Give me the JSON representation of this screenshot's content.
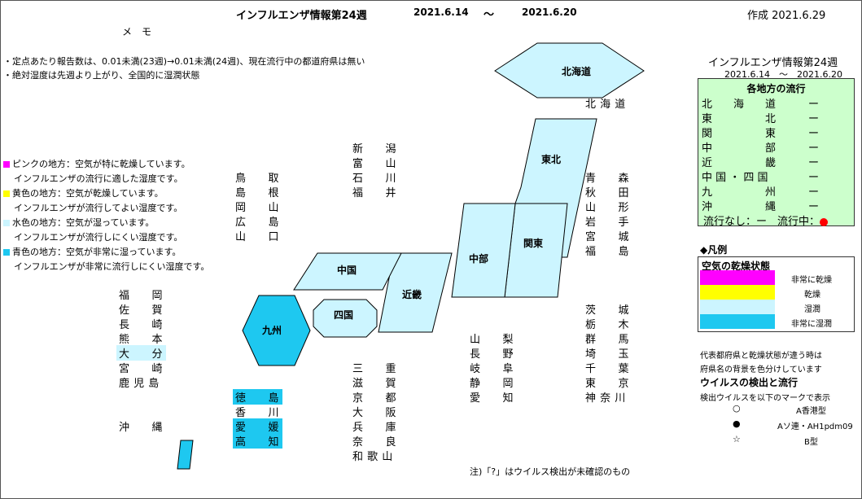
{
  "header": {
    "title": "インフルエンザ情報第24週",
    "date_from": "2021.6.14",
    "tilde": "～",
    "date_to": "2021.6.20",
    "created": "作成 2021.6.29"
  },
  "memo": {
    "label": "メ　モ",
    "line1": "・定点あたり報告数は、0.01未満(23週)→0.01未満(24週)、現在流行中の都道府県は無い",
    "line2": "・絶対湿度は先週より上がり、全国的に湿潤状態"
  },
  "humidity_legend": {
    "pink_title": "ピンクの地方：空気が特に乾燥しています。",
    "pink_desc": "インフルエンザの流行に適した湿度です。",
    "yellow_title": "黄色の地方：空気が乾燥しています。",
    "yellow_desc": "インフルエンザが流行してよい湿度です。",
    "water_title": "水色の地方：空気が湿っています。",
    "water_desc": "インフルエンザが流行しにくい湿度です。",
    "blue_title": "青色の地方：空気が非常に湿っています。",
    "blue_desc": "インフルエンザが非常に流行しにくい湿度です。"
  },
  "regions": {
    "hokkaido": "北海道",
    "tohoku": "東北",
    "kanto": "関東",
    "chubu": "中部",
    "kinki": "近畿",
    "chugoku": "中国",
    "shikoku": "四国",
    "kyushu": "九州"
  },
  "prefectures": {
    "hokkaido": [
      "北 海 道"
    ],
    "tohoku": [
      "青　　森",
      "秋　　田",
      "山　　形",
      "岩　　手",
      "宮　　城",
      "福　　島"
    ],
    "kanto": [
      "茨　　城",
      "栃　　木",
      "群　　馬",
      "埼　　玉",
      "千　　葉",
      "東　　京",
      "神 奈 川"
    ],
    "chubu_a": [
      "新　　潟",
      "富　　山",
      "石　　川",
      "福　　井"
    ],
    "chubu_b": [
      "山　　梨",
      "長　　野",
      "岐　　阜",
      "静　　岡",
      "愛　　知"
    ],
    "kinki": [
      "三　　重",
      "滋　　賀",
      "京　　都",
      "大　　阪",
      "兵　　庫",
      "奈　　良",
      "和 歌 山"
    ],
    "chugoku": [
      "鳥　　取",
      "島　　根",
      "岡　　山",
      "広　　島",
      "山　　口"
    ],
    "shikoku": [
      "徳　　島",
      "香　　川",
      "愛　　媛",
      "高　　知"
    ],
    "kyushu": [
      "福　　岡",
      "佐　　賀",
      "長　　崎",
      "熊　　本",
      "大　　分",
      "宮　　崎",
      "鹿 児 島"
    ],
    "okinawa": [
      "沖　　縄"
    ]
  },
  "status": {
    "panel_title": "インフルエンザ情報第24週",
    "panel_dates": "2021.6.14　～　2021.6.20",
    "header": "各地方の流行",
    "rows": [
      {
        "region": "北　　海　　道",
        "value": "ー"
      },
      {
        "region": "東　　　　　北",
        "value": "ー"
      },
      {
        "region": "関　　　　　東",
        "value": "ー"
      },
      {
        "region": "中　　　　　部",
        "value": "ー"
      },
      {
        "region": "近　　　　　畿",
        "value": "ー"
      },
      {
        "region": "中 国 ・ 四 国",
        "value": "ー"
      },
      {
        "region": "九　　　　　州",
        "value": "ー"
      },
      {
        "region": "沖　　　　　縄",
        "value": "ー"
      }
    ],
    "footer": "流行なし：ー　流行中："
  },
  "key": {
    "title": "◆凡例",
    "humidity_header": "空気の乾燥状態",
    "levels": [
      "非常に乾燥",
      "乾燥",
      "湿潤",
      "非常に湿潤"
    ],
    "note1": "代表都府県と乾燥状態が違う時は",
    "note2": "府県名の背景を色分けしています",
    "virus_header": "ウイルスの検出と流行",
    "virus_desc": "検出ウイルスを以下のマークで表示",
    "virus": [
      {
        "symbol": "○",
        "label": "A香港型"
      },
      {
        "symbol": "●",
        "label": "Aソ連・AH1pdm09"
      },
      {
        "symbol": "☆",
        "label": "B型"
      }
    ],
    "footnote": "注)「?」はウイルス検出が未確認のもの"
  },
  "colors": {
    "pink": "#ff00ff",
    "yellow": "#ffff00",
    "water": "#ccf5ff",
    "blue": "#1ec8f0",
    "status_bg": "#ccffcc",
    "epidemic": "#ff0000"
  }
}
